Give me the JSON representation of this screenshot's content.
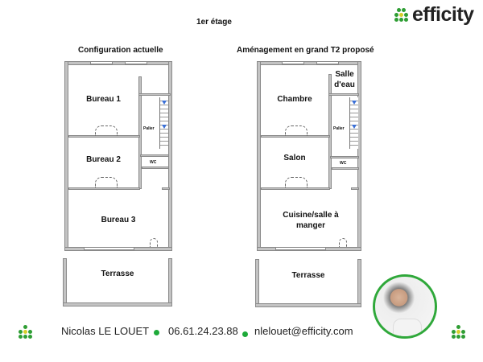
{
  "header": {
    "floor_title": "1er étage",
    "brand": "efficity"
  },
  "plans": [
    {
      "title": "Configuration actuelle",
      "rooms": [
        "Bureau 1",
        "Bureau 2",
        "Bureau 3",
        "Terrasse"
      ],
      "small_labels": {
        "landing": "Palier",
        "wc": "WC"
      }
    },
    {
      "title": "Aménagement en grand T2 proposé",
      "rooms": [
        "Chambre",
        "Salon",
        "Cuisine/salle à manger",
        "Terrasse",
        "Salle d'eau"
      ],
      "small_labels": {
        "landing": "Palier",
        "wc": "WC"
      }
    }
  ],
  "footer": {
    "agent_name": "Nicolas LE LOUET",
    "phone": "06.61.24.23.88",
    "email": "nlelouet@efficity.com"
  },
  "colors": {
    "brand_green": "#2f9e34",
    "brand_yellow": "#d6cf2a",
    "wall_fill": "#c3c3c3"
  }
}
